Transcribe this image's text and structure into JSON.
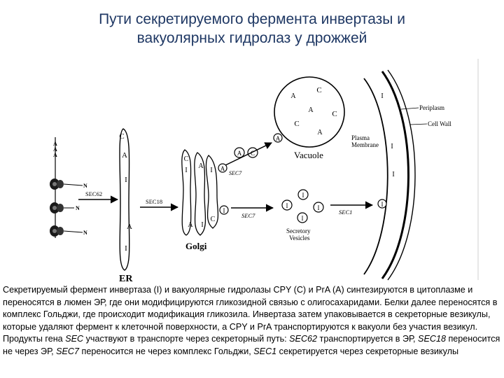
{
  "title": {
    "line1": "Пути секретируемого фермента инвертазы и",
    "line2": "вакуолярных гидролаз у дрожжей"
  },
  "diagram": {
    "labels": {
      "er": "ER",
      "golgi": "Golgi",
      "vacuole": "Vacuole",
      "secretory_vesicles_1": "Secretory",
      "secretory_vesicles_2": "Vesicles",
      "plasma_membrane_1": "Plasma",
      "plasma_membrane_2": "Membrane",
      "periplasm": "Periplasm",
      "cell_wall": "Cell Wall",
      "ribosome_n": "N"
    },
    "sec_labels": {
      "sec62": "SEC62",
      "sec18": "SEC18",
      "sec7_top": "SEC7",
      "sec7_bottom": "SEC7",
      "sec1": "SEC1"
    },
    "protein_letters": {
      "cpy": "C",
      "pra": "A",
      "invertase": "I"
    },
    "colors": {
      "title": "#1f3864",
      "ink": "#000000"
    }
  },
  "caption": {
    "p1": "Секретируемый фермент инвертаза (I) и вакуолярные гидролазы CPY (C) и PrA (A) синтезируются в цитоплазме и переносятся в люмен ЭР, где они модифицируются гликозидной связью с олигосахаридами. Белки далее переносятся в комплекс Гольджи, где происходит модификация гликозила. Инвертаза затем упаковывается в секреторные везикулы, которые удаляют фермент к клеточной поверхности, а CPY и PrA транспортируются к вакуоли без участия везикул. Продукты гена ",
    "sec": "SEC",
    "p2": " участвуют в транспорте через секреторный путь: ",
    "sec62": "SEC62",
    "p3": " транспортируется в ЭР, ",
    "sec18": "SEC18",
    "p4": " переносится не через ЭР, ",
    "sec7": "SEC7",
    "p5": " переносится не через комплекс Гольджи, ",
    "sec1": "SEC1",
    "p6": " секретируется через секреторные везикулы"
  }
}
